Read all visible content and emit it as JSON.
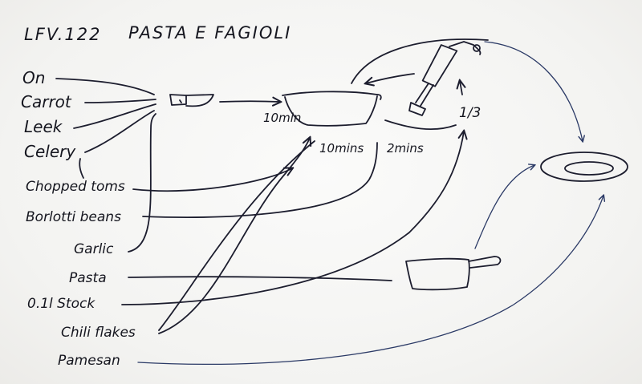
{
  "title": {
    "code": "LFV.122",
    "name": "PASTA E FAGIOLI"
  },
  "ingredients": {
    "on": "On",
    "carrot": "Carrot",
    "leek": "Leek",
    "celery": "Celery",
    "chopped_toms": "Chopped toms",
    "borlotti_beans": "Borlotti beans",
    "garlic": "Garlic",
    "pasta": "Pasta",
    "stock": "0.1l Stock",
    "chili_flakes": "Chili flakes",
    "parmesan": "Pamesan"
  },
  "times": {
    "pot_first": "10min",
    "pot_second": "10mins",
    "pot_third": "2mins"
  },
  "blend_fraction": "1/3",
  "icons": {
    "knife": "knife-icon",
    "pot": "pot-icon",
    "blender": "hand-blender-icon",
    "saucepan": "saucepan-icon",
    "plate": "plate-icon"
  },
  "colors": {
    "ink": "#1c1d2e",
    "pen_blue": "#2b3a66",
    "paper": "#f6f6f4"
  }
}
